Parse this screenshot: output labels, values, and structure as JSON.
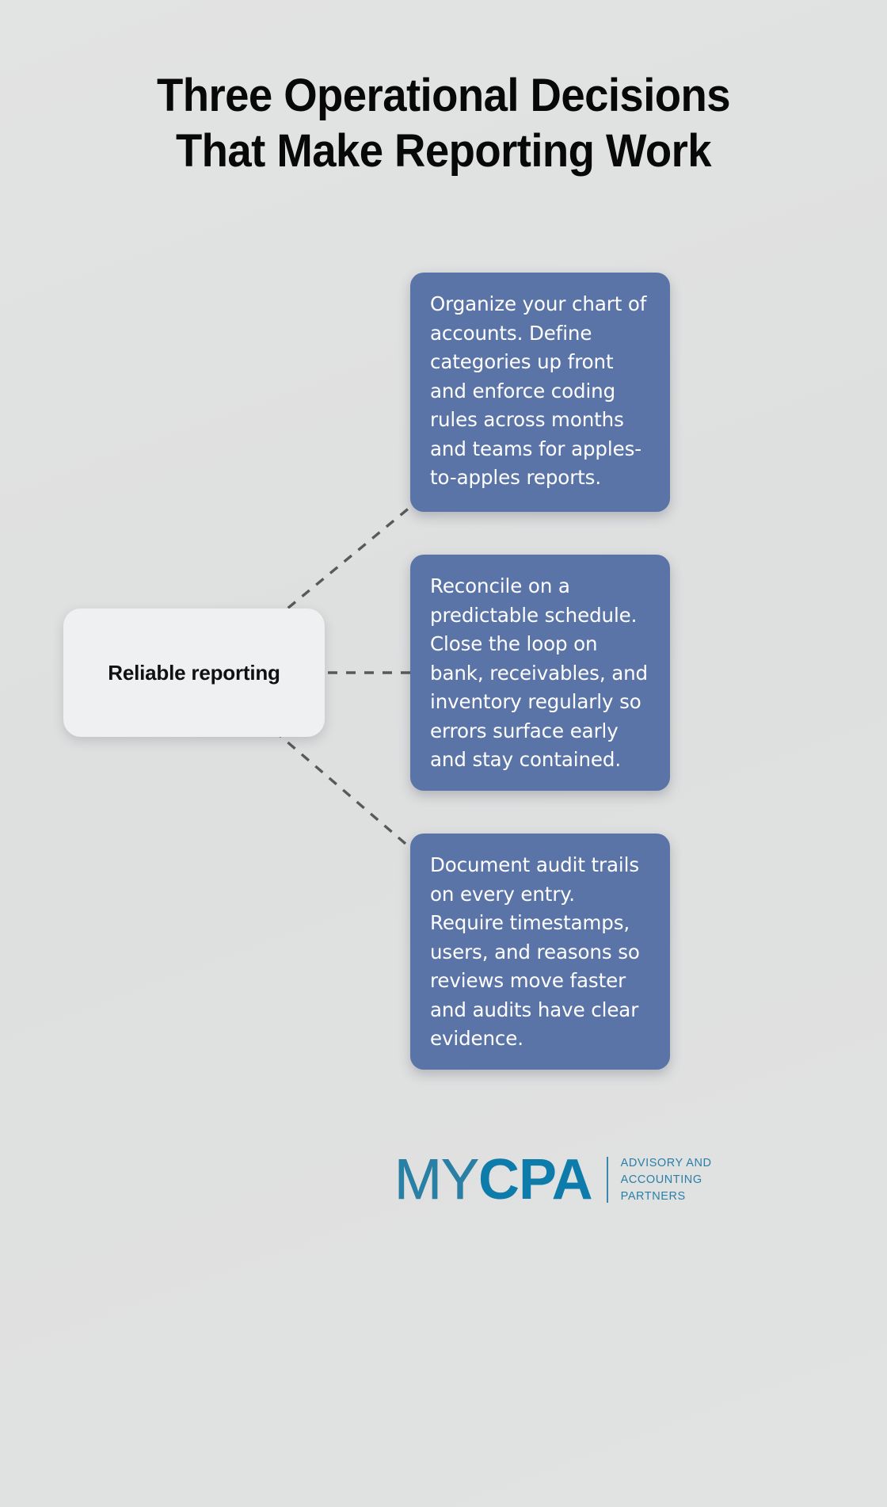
{
  "theme": {
    "background": "#e0e2e2",
    "card_blue": "#5b74a8",
    "hub_background": "#eef0f1",
    "connector_color": "#595959",
    "logo_blue": "#0d7cab",
    "logo_light_blue": "#2a7fa5",
    "title_color": "#080808"
  },
  "title": {
    "line1": "Three Operational Decisions",
    "line2": "That Make Reporting Work"
  },
  "diagram": {
    "hub": {
      "label": "Reliable reporting"
    },
    "cards": [
      {
        "text": "Organize your chart of accounts. Define categories up front and enforce coding rules across months and teams for apples-to-apples reports."
      },
      {
        "text": "Reconcile on a predictable schedule. Close the loop on bank, receivables, and inventory regularly so errors surface early and stay contained."
      },
      {
        "text": "Document audit trails on every entry. Require timestamps, users, and reasons so reviews move faster and audits have clear evidence."
      }
    ]
  },
  "logo": {
    "word_my": "MY",
    "word_cpa": "CPA",
    "tagline_line1": "ADVISORY AND",
    "tagline_line2": "ACCOUNTING",
    "tagline_line3": "PARTNERS"
  }
}
